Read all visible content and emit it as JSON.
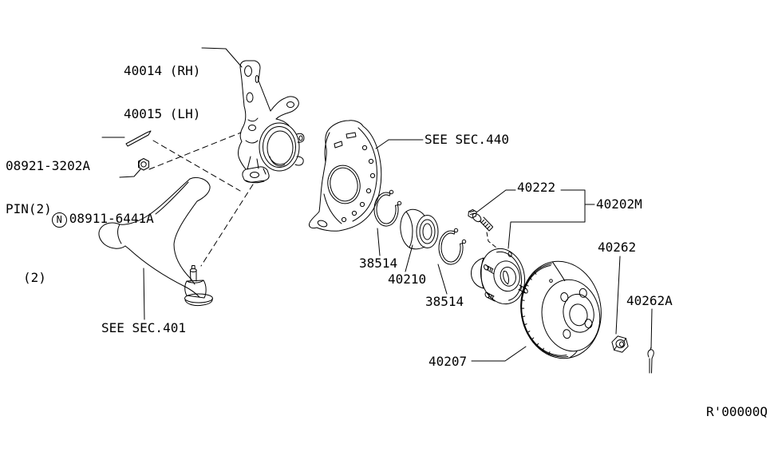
{
  "figure": {
    "knuckle_rh": "40014 (RH)",
    "knuckle_lh": "40015 (LH)",
    "pin_part_no": "08921-3202A",
    "pin_qty": "PIN(2)",
    "locknut_symbol": "N",
    "locknut_part_no": "08911-6441A",
    "locknut_qty": "(2)",
    "see_sec_440": "SEE SEC.440",
    "hub_bolt": "40222",
    "hub_assembly": "40202M",
    "snap_ring_outer": "38514",
    "wheel_bearing": "40210",
    "snap_ring_inner": "38514",
    "see_sec_401": "SEE SEC.401",
    "brake_rotor": "40207",
    "hub_nut": "40262",
    "cotter_pin": "40262A",
    "drawing_code": "R'00000Q"
  }
}
